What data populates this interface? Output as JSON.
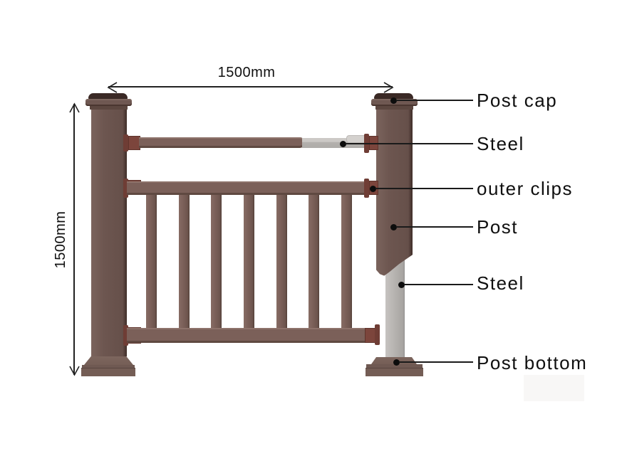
{
  "diagram": {
    "dimension_width": "1500mm",
    "dimension_height": "1500mm",
    "callouts": [
      {
        "label": "Post cap"
      },
      {
        "label": "Steel"
      },
      {
        "label": "outer clips"
      },
      {
        "label": "Post"
      },
      {
        "label": "Steel"
      },
      {
        "label": "Post bottom"
      }
    ],
    "structure": {
      "posts": 2,
      "rails": 3,
      "balusters": 7
    },
    "colors": {
      "post_wood": "#6d5650",
      "rail_wood": "#7b6059",
      "clip": "#7c453c",
      "steel": "#b5b2af",
      "cap_dark": "#3a2925",
      "annotation_line": "#1a1a1a",
      "background": "#ffffff"
    }
  }
}
